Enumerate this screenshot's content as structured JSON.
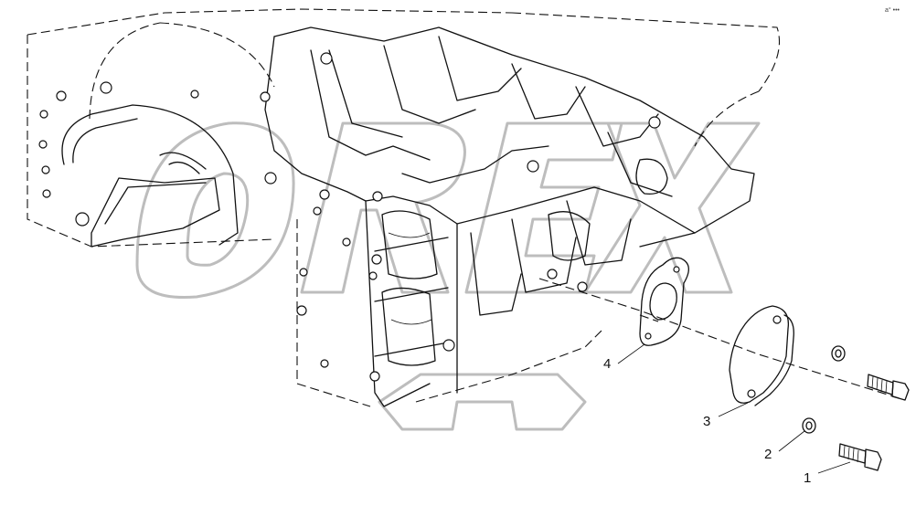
{
  "corner_mark": "a° •••",
  "callouts": [
    {
      "id": "1",
      "label": "1"
    },
    {
      "id": "2",
      "label": "2"
    },
    {
      "id": "3",
      "label": "3"
    },
    {
      "id": "4",
      "label": "4"
    }
  ],
  "watermark": "OREX",
  "colors": {
    "line": "#111111",
    "watermark": "#bdbdbd",
    "background": "#ffffff"
  }
}
